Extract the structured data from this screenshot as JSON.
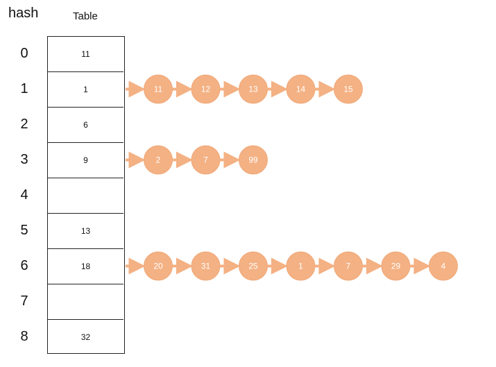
{
  "header": {
    "hash_label": "hash",
    "table_label": "Table"
  },
  "rows": [
    {
      "hash": "0",
      "value": "11"
    },
    {
      "hash": "1",
      "value": "1"
    },
    {
      "hash": "2",
      "value": "6"
    },
    {
      "hash": "3",
      "value": "9"
    },
    {
      "hash": "4",
      "value": ""
    },
    {
      "hash": "5",
      "value": "13"
    },
    {
      "hash": "6",
      "value": "18"
    },
    {
      "hash": "7",
      "value": ""
    },
    {
      "hash": "8",
      "value": "32"
    }
  ],
  "chains": [
    {
      "row": 1,
      "nodes": [
        "11",
        "12",
        "13",
        "14",
        "15"
      ]
    },
    {
      "row": 3,
      "nodes": [
        "2",
        "7",
        "99"
      ]
    },
    {
      "row": 6,
      "nodes": [
        "20",
        "31",
        "25",
        "1",
        "7",
        "29",
        "4"
      ]
    }
  ],
  "colors": {
    "node_fill": "#f4b183",
    "node_stroke": "#f0a878",
    "arrow": "#f4b183"
  }
}
